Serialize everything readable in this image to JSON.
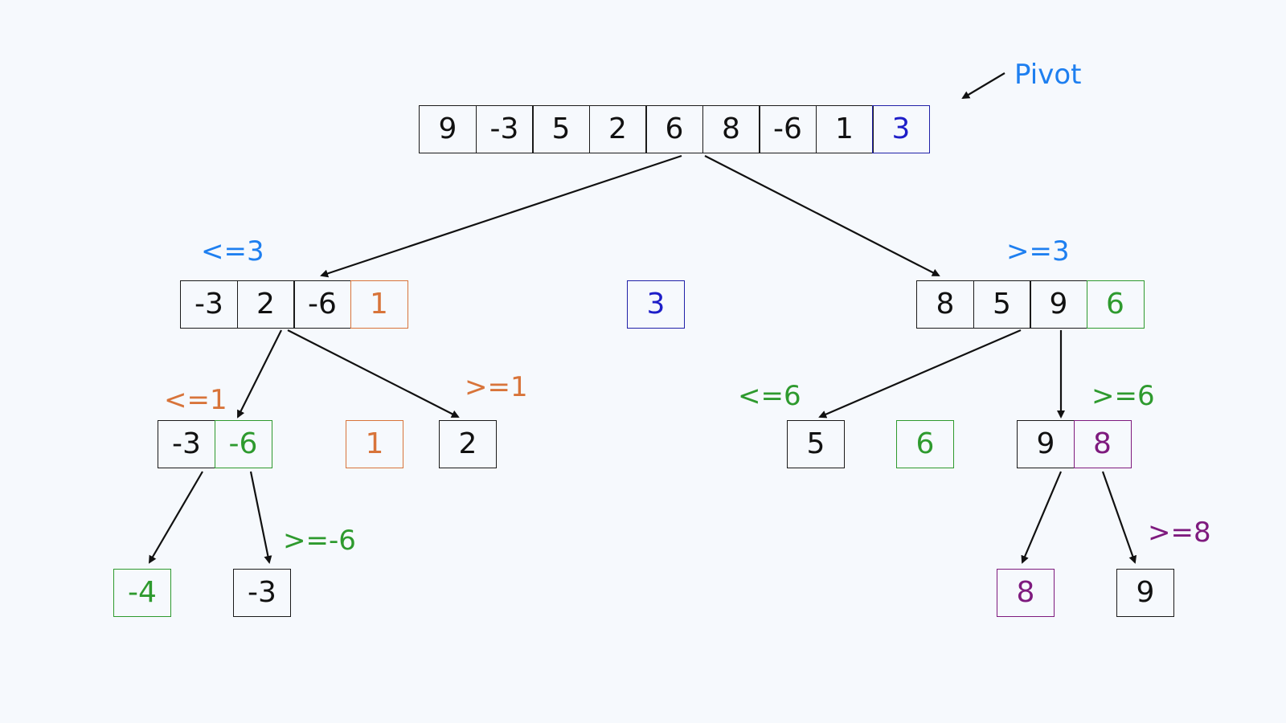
{
  "colors": {
    "stroke": "#111111",
    "pivot": "#1e1ec8",
    "label_blue": "#1e7ff0",
    "orange": "#d8743a",
    "green": "#2e9a2e",
    "purple": "#7e1a7e"
  },
  "pivot_label": "Pivot",
  "root": {
    "cells": [
      "9",
      "-3",
      "5",
      "2",
      "6",
      "8",
      "-6",
      "1",
      "3"
    ]
  },
  "level1": {
    "left_label": "<=3",
    "left": [
      "-3",
      "2",
      "-6",
      "1"
    ],
    "middle": "3",
    "right_label": ">=3",
    "right": [
      "8",
      "5",
      "9",
      "6"
    ]
  },
  "level2": {
    "left_label": "<=1",
    "left": [
      "-3",
      "-6"
    ],
    "pivot": "1",
    "right_label": ">=1",
    "right": "2",
    "right_branch_left_label": "<=6",
    "right_branch_left": "5",
    "right_branch_pivot": "6",
    "right_branch_right_label": ">=6",
    "right_branch_right": [
      "9",
      "8"
    ]
  },
  "level3": {
    "ll": "-4",
    "lr_label": ">=-6",
    "lr": "-3",
    "rl": "8",
    "rr_label": ">=8",
    "rr": "9"
  }
}
